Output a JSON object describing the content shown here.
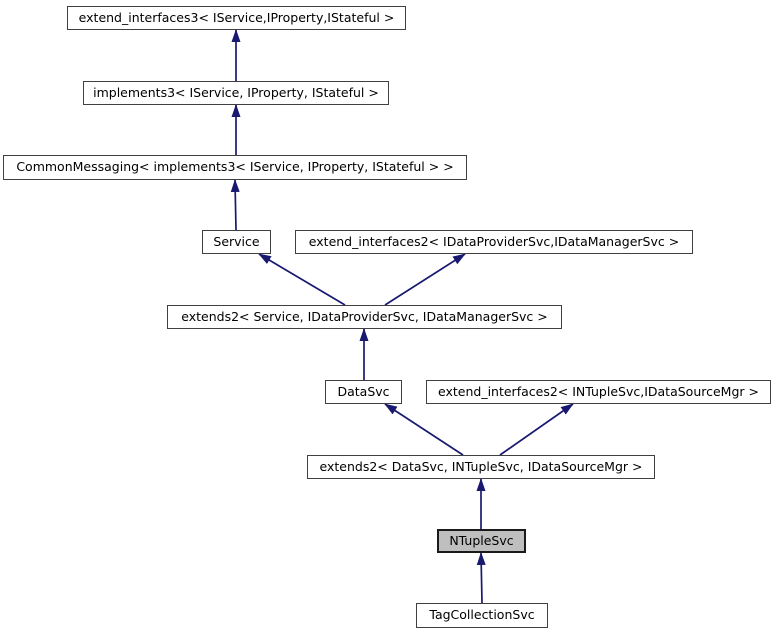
{
  "diagram": {
    "type": "class-inheritance-graph",
    "nodes": [
      {
        "id": "extend_interfaces3",
        "label": "extend_interfaces3< IService,IProperty,IStateful >",
        "highlighted": false
      },
      {
        "id": "implements3",
        "label": "implements3< IService, IProperty, IStateful >",
        "highlighted": false
      },
      {
        "id": "CommonMessaging",
        "label": "CommonMessaging< implements3< IService, IProperty, IStateful > >",
        "highlighted": false
      },
      {
        "id": "Service",
        "label": "Service",
        "highlighted": false
      },
      {
        "id": "extend_interfaces2_data",
        "label": "extend_interfaces2< IDataProviderSvc,IDataManagerSvc >",
        "highlighted": false
      },
      {
        "id": "extends2_service",
        "label": "extends2< Service, IDataProviderSvc, IDataManagerSvc >",
        "highlighted": false
      },
      {
        "id": "DataSvc",
        "label": "DataSvc",
        "highlighted": false
      },
      {
        "id": "extend_interfaces2_ntuple",
        "label": "extend_interfaces2< INTupleSvc,IDataSourceMgr >",
        "highlighted": false
      },
      {
        "id": "extends2_datasvc",
        "label": "extends2< DataSvc, INTupleSvc, IDataSourceMgr >",
        "highlighted": false
      },
      {
        "id": "NTupleSvc",
        "label": "NTupleSvc",
        "highlighted": true
      },
      {
        "id": "TagCollectionSvc",
        "label": "TagCollectionSvc",
        "highlighted": false
      }
    ],
    "edges": [
      {
        "child": 1,
        "parent": 0,
        "relation": "inherits"
      },
      {
        "child": 2,
        "parent": 1,
        "relation": "inherits"
      },
      {
        "child": 3,
        "parent": 2,
        "relation": "inherits"
      },
      {
        "child": 5,
        "parent": 3,
        "relation": "inherits"
      },
      {
        "child": 5,
        "parent": 4,
        "relation": "inherits"
      },
      {
        "child": 6,
        "parent": 5,
        "relation": "inherits"
      },
      {
        "child": 8,
        "parent": 6,
        "relation": "inherits"
      },
      {
        "child": 8,
        "parent": 7,
        "relation": "inherits"
      },
      {
        "child": 9,
        "parent": 8,
        "relation": "inherits"
      },
      {
        "child": 10,
        "parent": 9,
        "relation": "inherits"
      }
    ]
  },
  "colors": {
    "edge": "#191970",
    "node_border": "#404040",
    "node_fill": "#ffffff",
    "highlight_fill": "#bfbfbf",
    "highlight_border": "#1a1a1a",
    "text": "#000000",
    "background": "#ffffff"
  }
}
